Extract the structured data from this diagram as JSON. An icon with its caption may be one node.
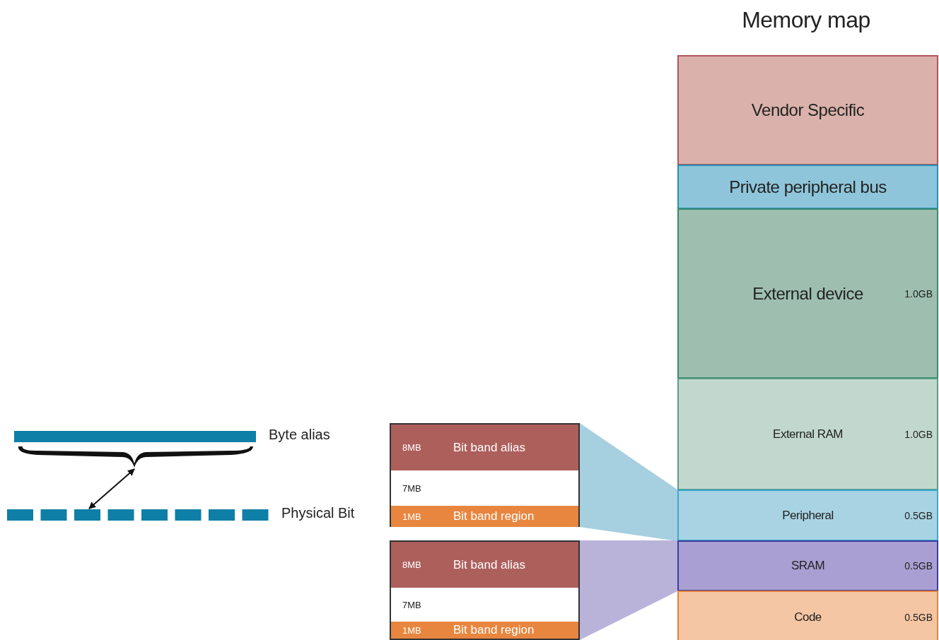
{
  "diagram": {
    "title": "Memory map",
    "nodes": [
      {
        "text": [
          "Vendor Specific"
        ]
      },
      {
        "text": [
          "Private peripheral bus"
        ]
      },
      {
        "text": [
          "External device",
          "1.0GB"
        ]
      },
      {
        "text": [
          "External RAM",
          "1.0GB"
        ]
      },
      {
        "text": [
          "Peripheral",
          "0.5GB"
        ]
      },
      {
        "text": [
          "SRAM",
          "0.5GB"
        ]
      },
      {
        "text": [
          "Code",
          "0.5GB"
        ]
      },
      {
        "text": [],
        "shape": "box"
      },
      {
        "text": [
          "8MB",
          "Bit band alias"
        ],
        "in": 7
      },
      {
        "text": [
          "7MB"
        ],
        "in": 7
      },
      {
        "text": [
          "1MB",
          "Bit band region"
        ],
        "in": 7
      },
      {
        "text": [],
        "shape": "box"
      },
      {
        "text": [
          "8MB",
          "Bit band alias"
        ],
        "in": 11
      },
      {
        "text": [
          "7MB"
        ],
        "in": 11
      },
      {
        "text": [
          "1MB",
          "Bit band region"
        ],
        "in": 11
      },
      {
        "text": [
          "Byte alias"
        ]
      },
      {
        "text": [
          "Physical Bit"
        ]
      }
    ],
    "edges": [
      {
        "from": 4,
        "to": 7,
        "arrow": "none",
        "color": "#a6cfe0"
      },
      {
        "from": 5,
        "to": 11,
        "arrow": "none",
        "color": "#b9b3da"
      },
      {
        "from": 15,
        "to": 16,
        "arrow": "both"
      }
    ]
  }
}
